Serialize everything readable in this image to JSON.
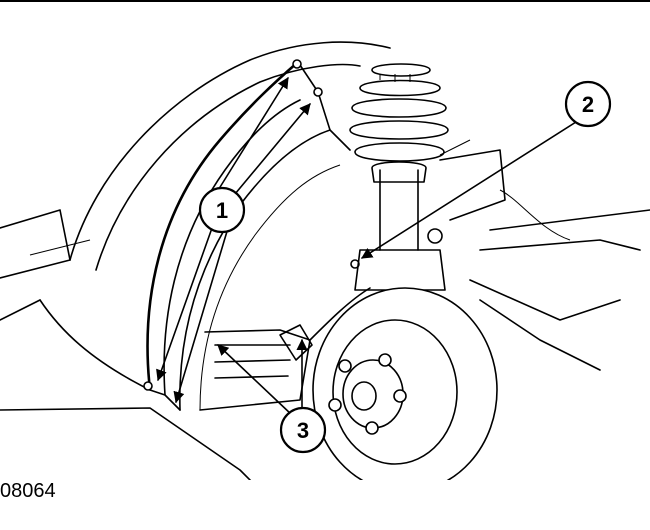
{
  "callouts": [
    {
      "id": "1",
      "label": "1"
    },
    {
      "id": "2",
      "label": "2"
    },
    {
      "id": "3",
      "label": "3"
    }
  ],
  "reference_code": "08064"
}
